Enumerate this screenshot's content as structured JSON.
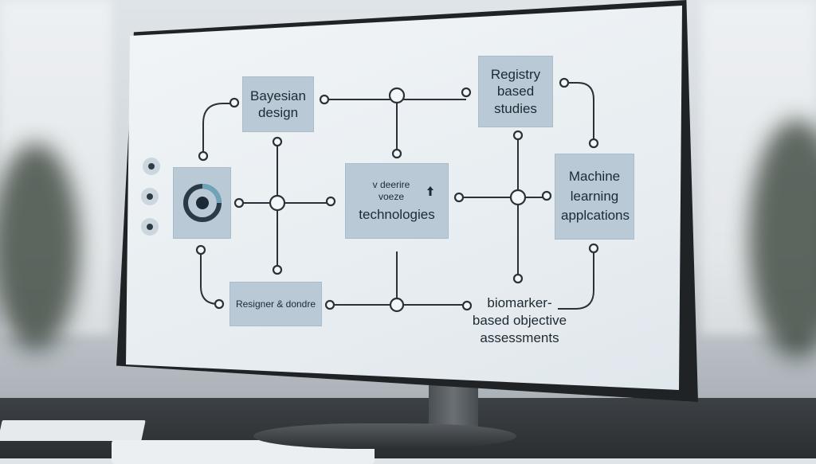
{
  "diagram": {
    "nodes": {
      "bayesian": "Bayesian design",
      "registry": "Registry based studies",
      "technologies_top": "v deerire voeze",
      "technologies": "technologies",
      "machine_learning": "Machine learning applcations",
      "register": "Resigner & dondre",
      "biomarker": "biomarker-based objective assessments"
    }
  },
  "colors": {
    "box_fill": "#b9cad6",
    "line": "#2a3238",
    "accent_ring": "#2a3b47",
    "teal": "#6ea3b8"
  },
  "icons": [
    "target-icon",
    "menu-dot-icon",
    "arrow-up-icon"
  ]
}
